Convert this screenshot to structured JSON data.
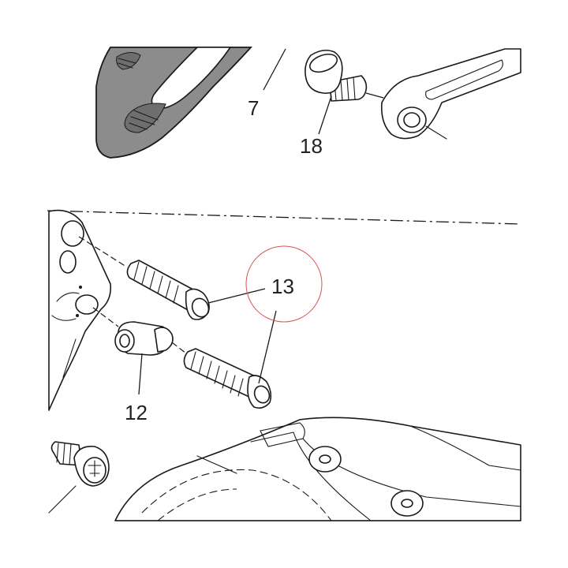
{
  "diagram": {
    "callouts": {
      "c7": "7",
      "c18": "18",
      "c13": "13",
      "c12": "12"
    },
    "colors": {
      "ink": "#1a1a1a",
      "plate_fill": "#8c8c8c",
      "highlight_circle": "#d9534f",
      "background": "#ffffff"
    }
  }
}
